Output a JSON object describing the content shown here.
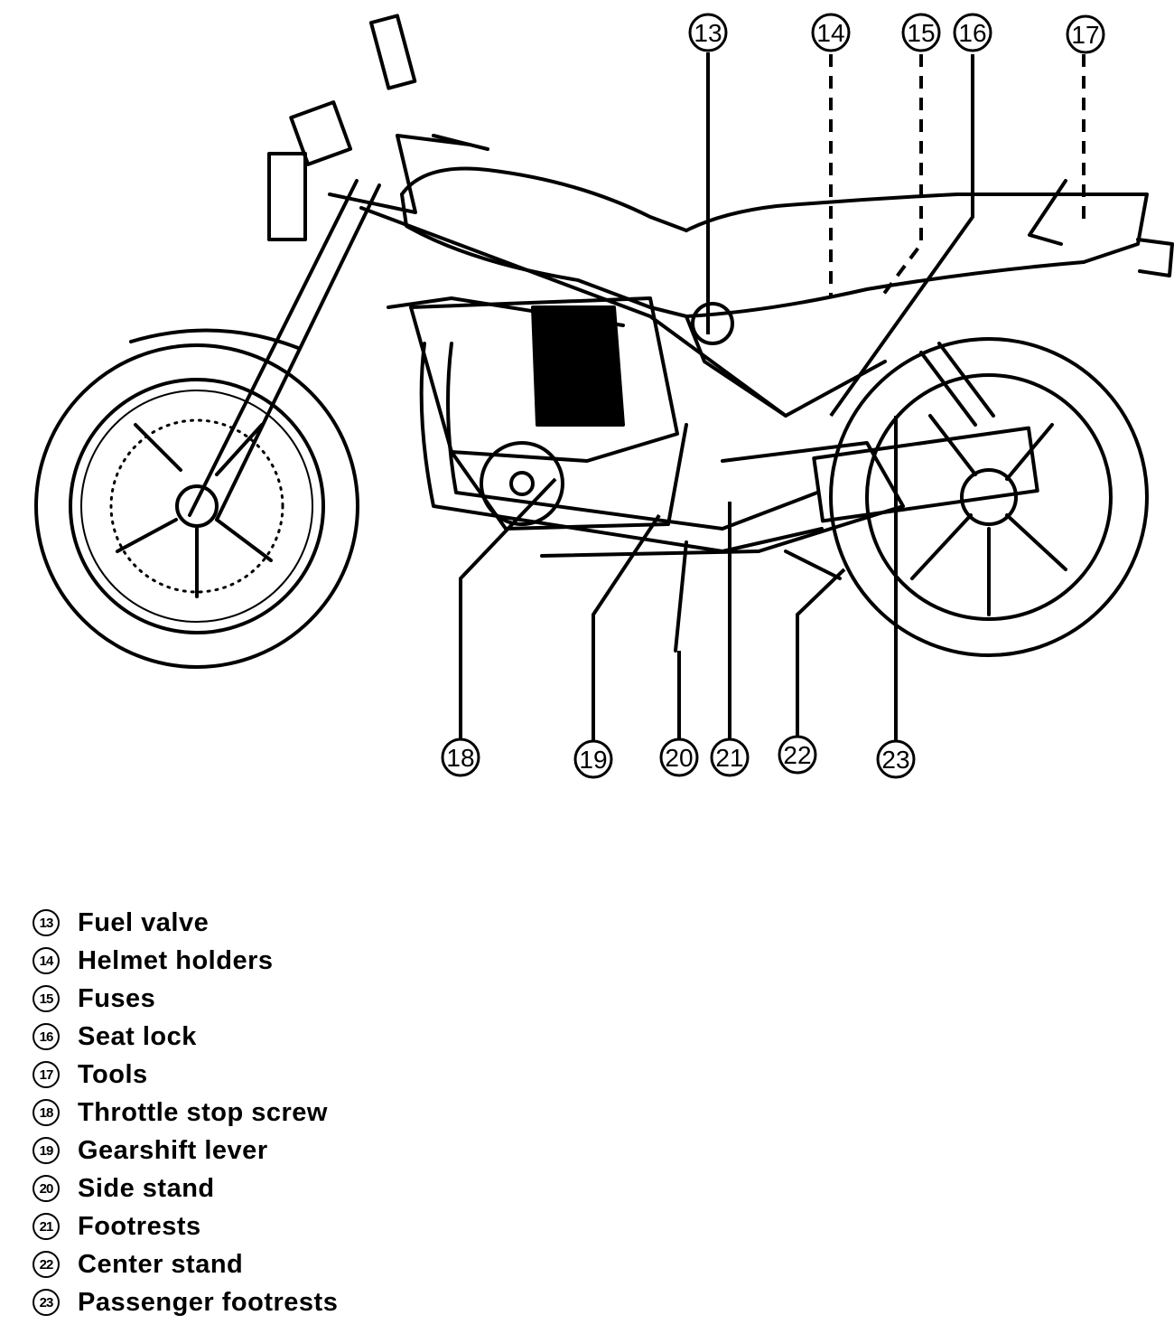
{
  "diagram": {
    "callouts_top": [
      "13",
      "14",
      "15",
      "16",
      "17"
    ],
    "callouts_bottom": [
      "18",
      "19",
      "20",
      "21",
      "22",
      "23"
    ]
  },
  "legend": [
    {
      "num": "13",
      "label": "Fuel valve"
    },
    {
      "num": "14",
      "label": "Helmet holders"
    },
    {
      "num": "15",
      "label": "Fuses"
    },
    {
      "num": "16",
      "label": "Seat lock"
    },
    {
      "num": "17",
      "label": "Tools"
    },
    {
      "num": "18",
      "label": "Throttle stop screw"
    },
    {
      "num": "19",
      "label": "Gearshift lever"
    },
    {
      "num": "20",
      "label": "Side stand"
    },
    {
      "num": "21",
      "label": "Footrests"
    },
    {
      "num": "22",
      "label": "Center stand"
    },
    {
      "num": "23",
      "label": "Passenger footrests"
    }
  ]
}
